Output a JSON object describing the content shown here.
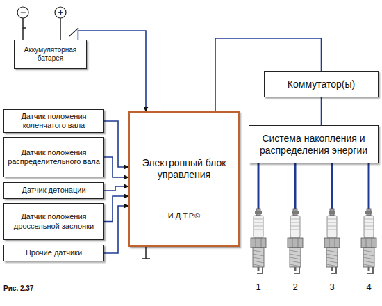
{
  "diagram": {
    "caption": "Рис. 2.37",
    "nodes": [
      {
        "text": [
          "Аккумуляторная батарея"
        ]
      },
      {
        "text": [
          "Датчик положения коленчатого вала"
        ]
      },
      {
        "text": [
          "Датчик положения распределительного вала"
        ]
      },
      {
        "text": [
          "Датчик детонации"
        ]
      },
      {
        "text": [
          "Датчик положения дроссельной заслонки"
        ]
      },
      {
        "text": [
          "Прочие датчики"
        ]
      },
      {
        "text": [
          "Электронный блок управления",
          "И.Д.Т.Р.©"
        ]
      },
      {
        "text": [
          "Коммутатор(ы)"
        ]
      },
      {
        "text": [
          "Система накопления и распределения энергии"
        ]
      }
    ],
    "edges": [
      {
        "from": 0,
        "to": 6,
        "arrow": "to"
      },
      {
        "from": 1,
        "to": 6,
        "arrow": "to"
      },
      {
        "from": 2,
        "to": 6,
        "arrow": "to"
      },
      {
        "from": 3,
        "to": 6,
        "arrow": "to"
      },
      {
        "from": 4,
        "to": 6,
        "arrow": "to"
      },
      {
        "from": 5,
        "to": 6,
        "arrow": "to"
      },
      {
        "from": 6,
        "to": 7,
        "arrow": "none"
      },
      {
        "from": 7,
        "to": 8,
        "arrow": "none"
      }
    ],
    "labels": [
      "−",
      "+",
      "1",
      "2",
      "3",
      "4"
    ]
  }
}
